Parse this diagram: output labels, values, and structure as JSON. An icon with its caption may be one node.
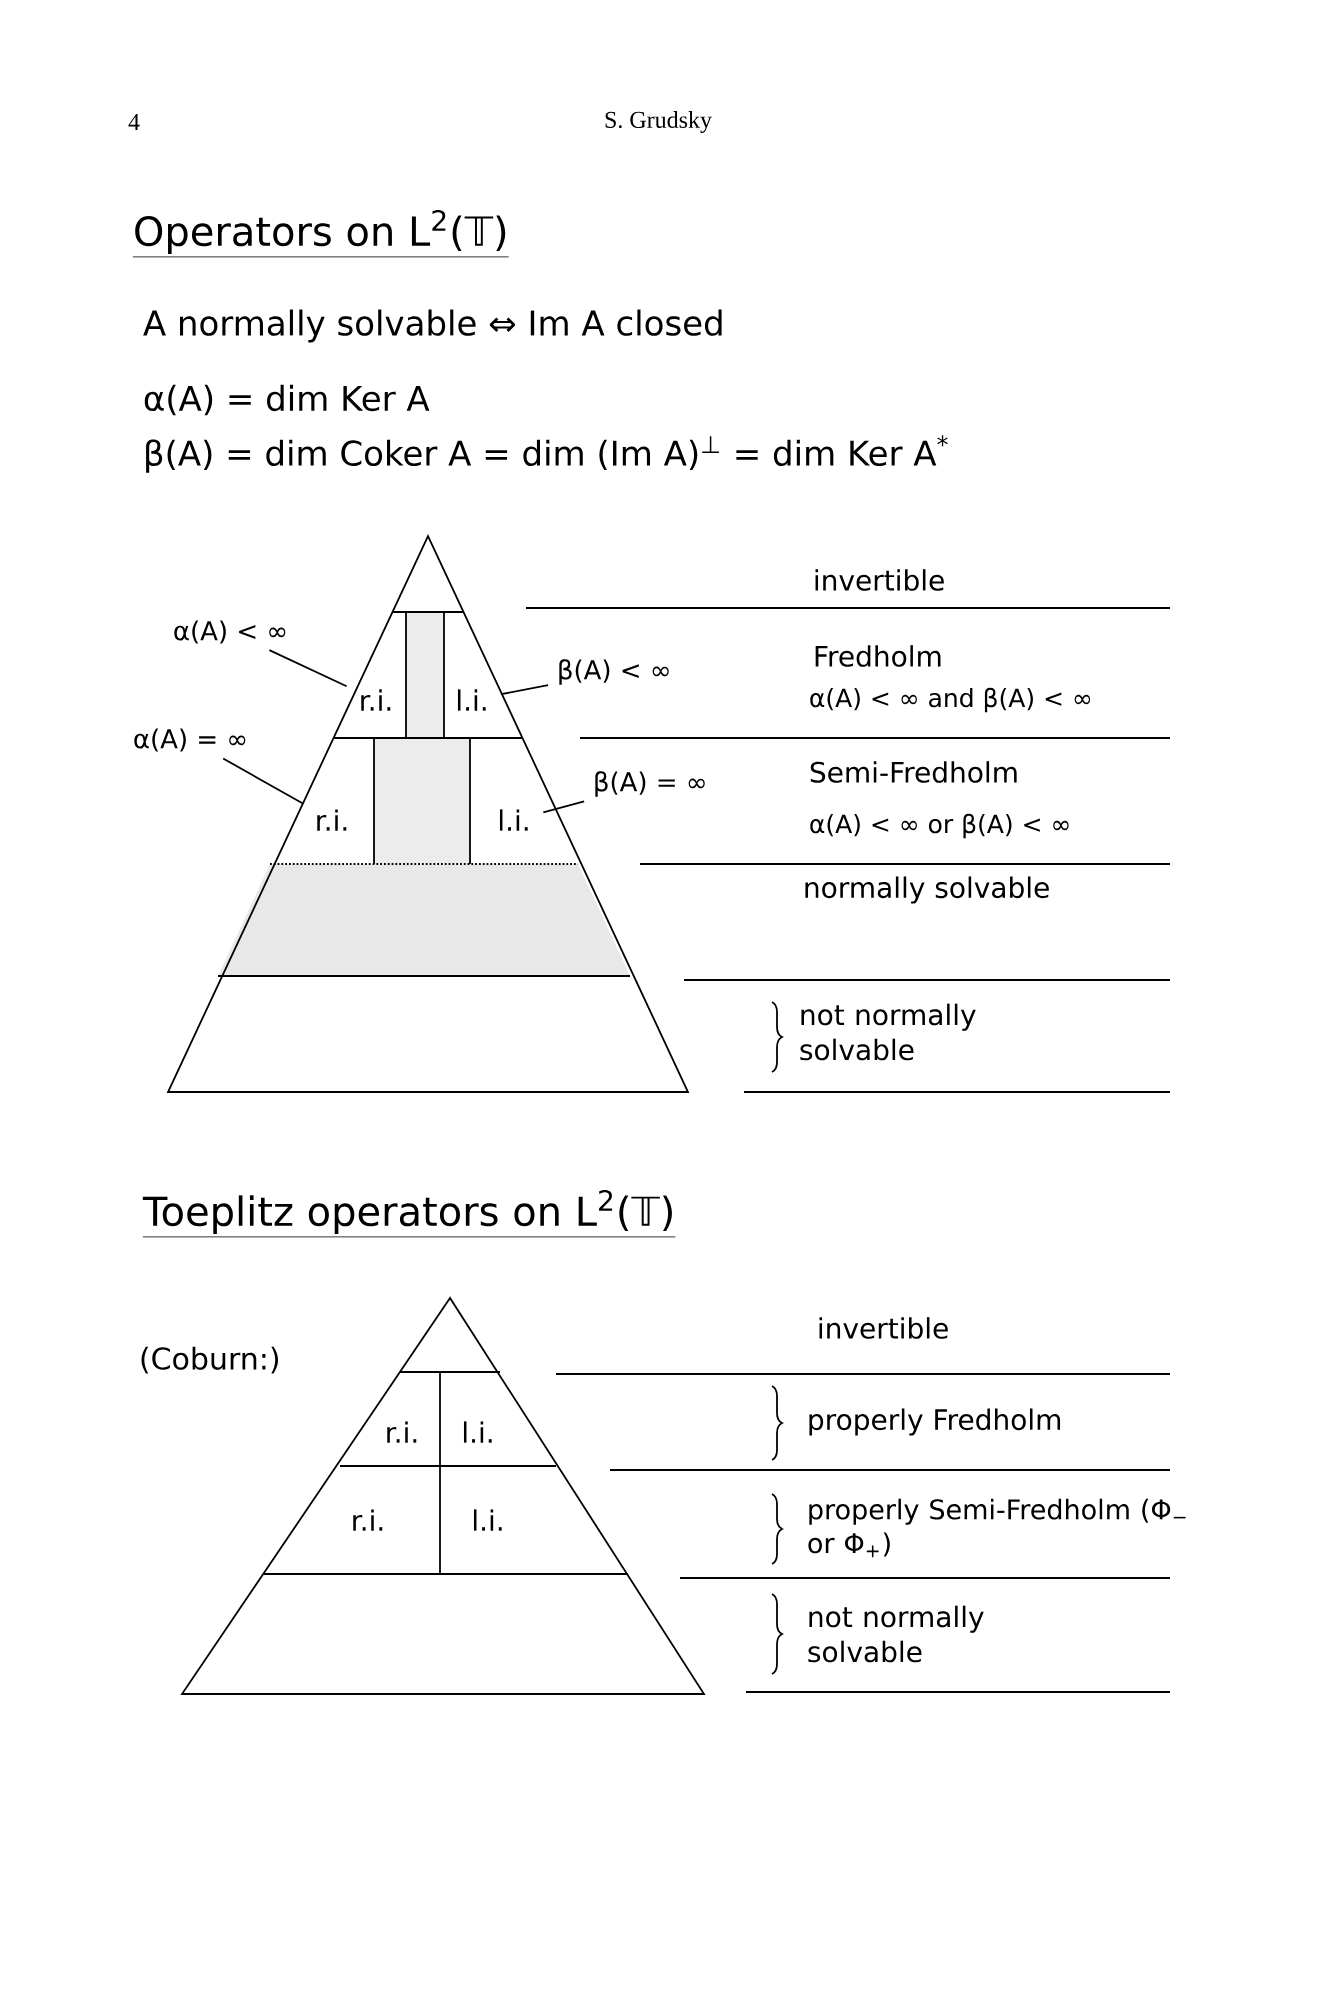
{
  "diagram": {
    "nodes": [
      {
        "text": [
          "α(A) < ∞"
        ]
      },
      {
        "text": [
          "r.i."
        ]
      },
      {
        "text": [
          "l.i."
        ]
      },
      {
        "text": [
          "β(A) < ∞"
        ]
      },
      {
        "text": [
          "α(A) = ∞"
        ]
      },
      {
        "text": [
          "r.i."
        ]
      },
      {
        "text": [
          "l.i."
        ]
      },
      {
        "text": [
          "β(A) = ∞"
        ]
      },
      {
        "text": [
          "r.i."
        ]
      },
      {
        "text": [
          "l.i."
        ]
      },
      {
        "text": [
          "r.i."
        ]
      },
      {
        "text": [
          "l.i."
        ]
      }
    ],
    "edges": [
      {
        "from": 0,
        "to": 1,
        "arrow": "none"
      },
      {
        "from": 3,
        "to": 2,
        "arrow": "none"
      },
      {
        "from": 4,
        "to": 5,
        "arrow": "none"
      },
      {
        "from": 7,
        "to": 6,
        "arrow": "none"
      }
    ],
    "labels": [
      "4",
      "S. Grudsky",
      "Operators on L$^{2}$(𝕋)",
      "A normally solvable ⇔ Im A closed",
      "α(A) = dim Ker A",
      "β(A) = dim Coker A = dim (Im A)$^{⊥}$ = dim Ker A$^{*}$",
      "invertible",
      "Fredholm",
      "α(A) < ∞ and β(A) < ∞",
      "Semi-Fredholm",
      "α(A) < ∞ or β(A) < ∞",
      "normally solvable",
      "not normally solvable",
      "Toeplitz operators on L$^{2}$(𝕋)",
      "(Coburn:)",
      "invertible",
      "properly Fredholm",
      "properly Semi-Fredholm (Φ$_{−}$ or Φ$_{+}$)",
      "not normally solvable"
    ]
  }
}
